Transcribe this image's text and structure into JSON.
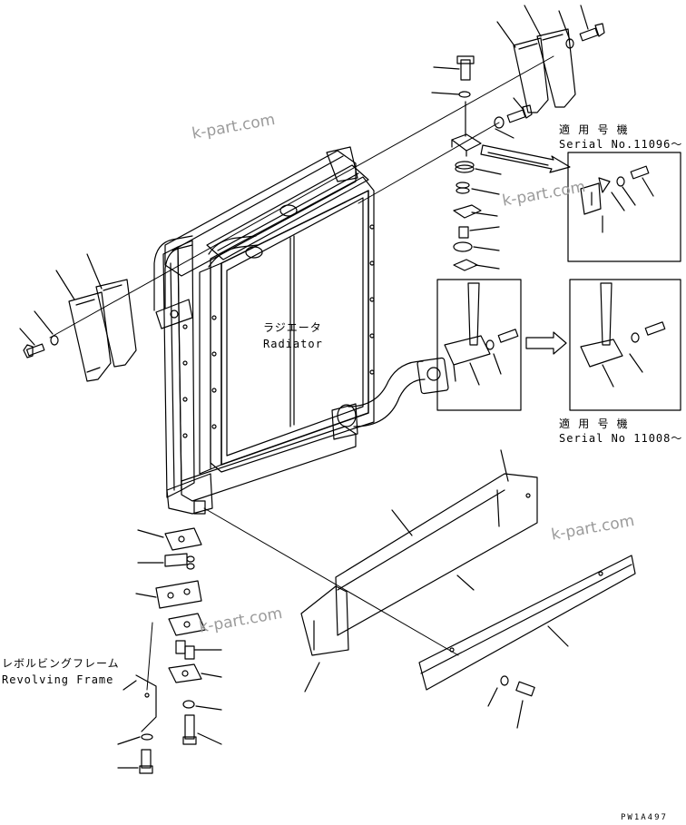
{
  "labels": {
    "radiator_jp": "ラジエータ",
    "radiator_en": "Radiator",
    "frame_jp": "レボルビングフレーム",
    "frame_en": "Revolving Frame",
    "serial_a_jp": "適 用 号 機",
    "serial_a_en": "Serial No.11096〜",
    "serial_b_jp": "適 用 号 機",
    "serial_b_en": "Serial No 11008〜"
  },
  "watermarks": [
    "k-part.com",
    "k-part.com",
    "k-part.com",
    "k-part.com"
  ],
  "drawing_code": "PW1A497",
  "colors": {
    "line": "#000000",
    "watermark": "#9a9a9a",
    "background": "#ffffff"
  }
}
